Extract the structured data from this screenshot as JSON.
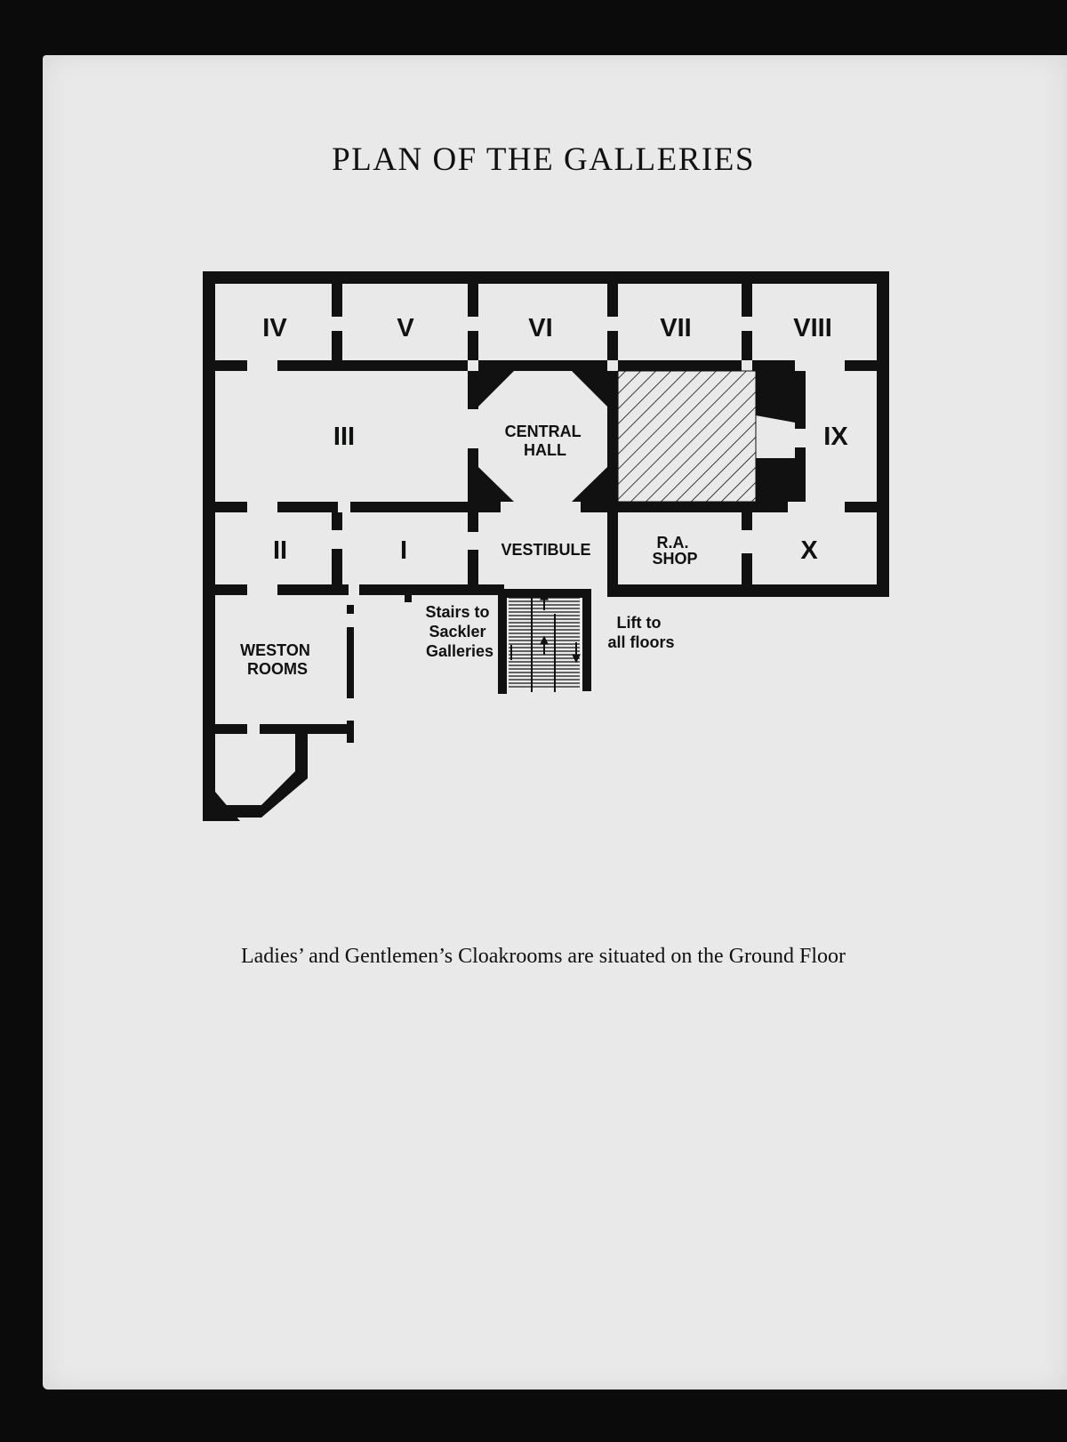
{
  "title": "PLAN OF THE GALLERIES",
  "rooms": {
    "iv": "IV",
    "v": "V",
    "vi": "VI",
    "vii": "VII",
    "viii": "VIII",
    "iii": "III",
    "ix": "IX",
    "ii": "II",
    "i": "I",
    "x": "X",
    "central_hall": [
      "CENTRAL",
      "HALL"
    ],
    "vestibule": "VESTIBULE",
    "ra_shop": [
      "R.A.",
      "SHOP"
    ],
    "stairs": [
      "Stairs to",
      "Sackler",
      "Galleries"
    ],
    "lift": [
      "Lift to",
      "all floors"
    ],
    "weston": [
      "WESTON",
      "ROOMS"
    ]
  },
  "footer": "Ladies’ and Gentlemen’s Cloakrooms are situated on the Ground Floor"
}
